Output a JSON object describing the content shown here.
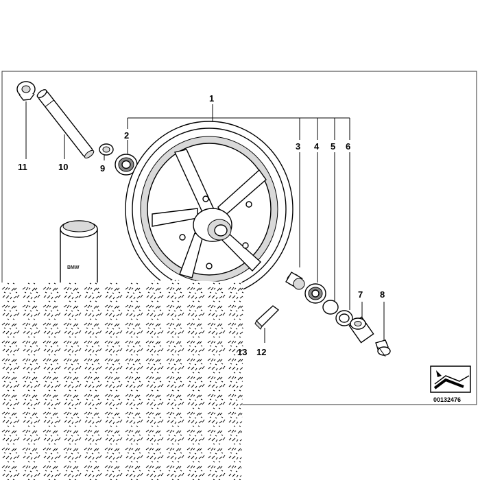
{
  "diagram": {
    "doc_id": "00132476",
    "brand_mark": "BMW",
    "callouts": [
      {
        "id": "1",
        "label": "1"
      },
      {
        "id": "2",
        "label": "2"
      },
      {
        "id": "3",
        "label": "3"
      },
      {
        "id": "4",
        "label": "4"
      },
      {
        "id": "5",
        "label": "5"
      },
      {
        "id": "6",
        "label": "6"
      },
      {
        "id": "7",
        "label": "7"
      },
      {
        "id": "8",
        "label": "8"
      },
      {
        "id": "9",
        "label": "9"
      },
      {
        "id": "10",
        "label": "10"
      },
      {
        "id": "11",
        "label": "11"
      },
      {
        "id": "12",
        "label": "12"
      },
      {
        "id": "13",
        "label": "13"
      }
    ]
  }
}
